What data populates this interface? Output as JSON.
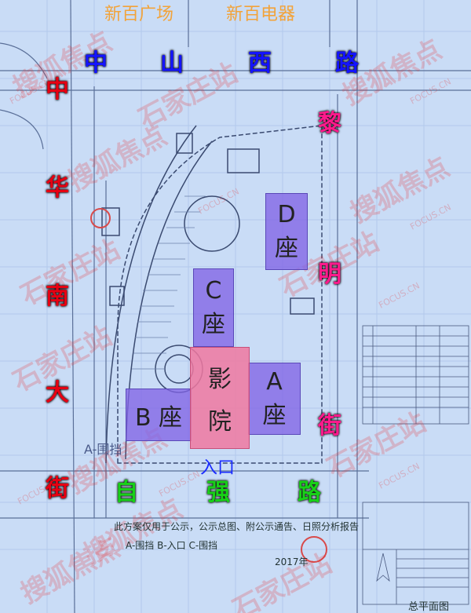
{
  "top_labels": {
    "left": "新百广场",
    "right": "新百电器"
  },
  "north_street": [
    "中",
    "山",
    "西",
    "路"
  ],
  "west_street": [
    "中",
    "华",
    "南",
    "大",
    "街"
  ],
  "east_street": [
    "黎",
    "明",
    "街"
  ],
  "south_street": [
    "自",
    "强",
    "路"
  ],
  "blocks": {
    "d": [
      "D",
      "座"
    ],
    "c": [
      "C",
      "座"
    ],
    "a": [
      "A",
      "座"
    ],
    "b": "B 座",
    "cinema": [
      "影",
      "院"
    ]
  },
  "entrance": "入口",
  "fence_label": "A-围挡",
  "notice": "此方案仅用于公示，公示总图、附公示通告、日照分析报告",
  "legend": "A-围挡    B-入口    C-围挡",
  "year": "2017年",
  "plan_title": "总平面图",
  "watermark_main": "搜狐焦点",
  "watermark_sub": "石家庄站",
  "watermark_url": "FOCUS.CN",
  "colors": {
    "block_purple": "#8264e6",
    "block_pink": "#f078a0",
    "background": "#c9dcf6"
  }
}
